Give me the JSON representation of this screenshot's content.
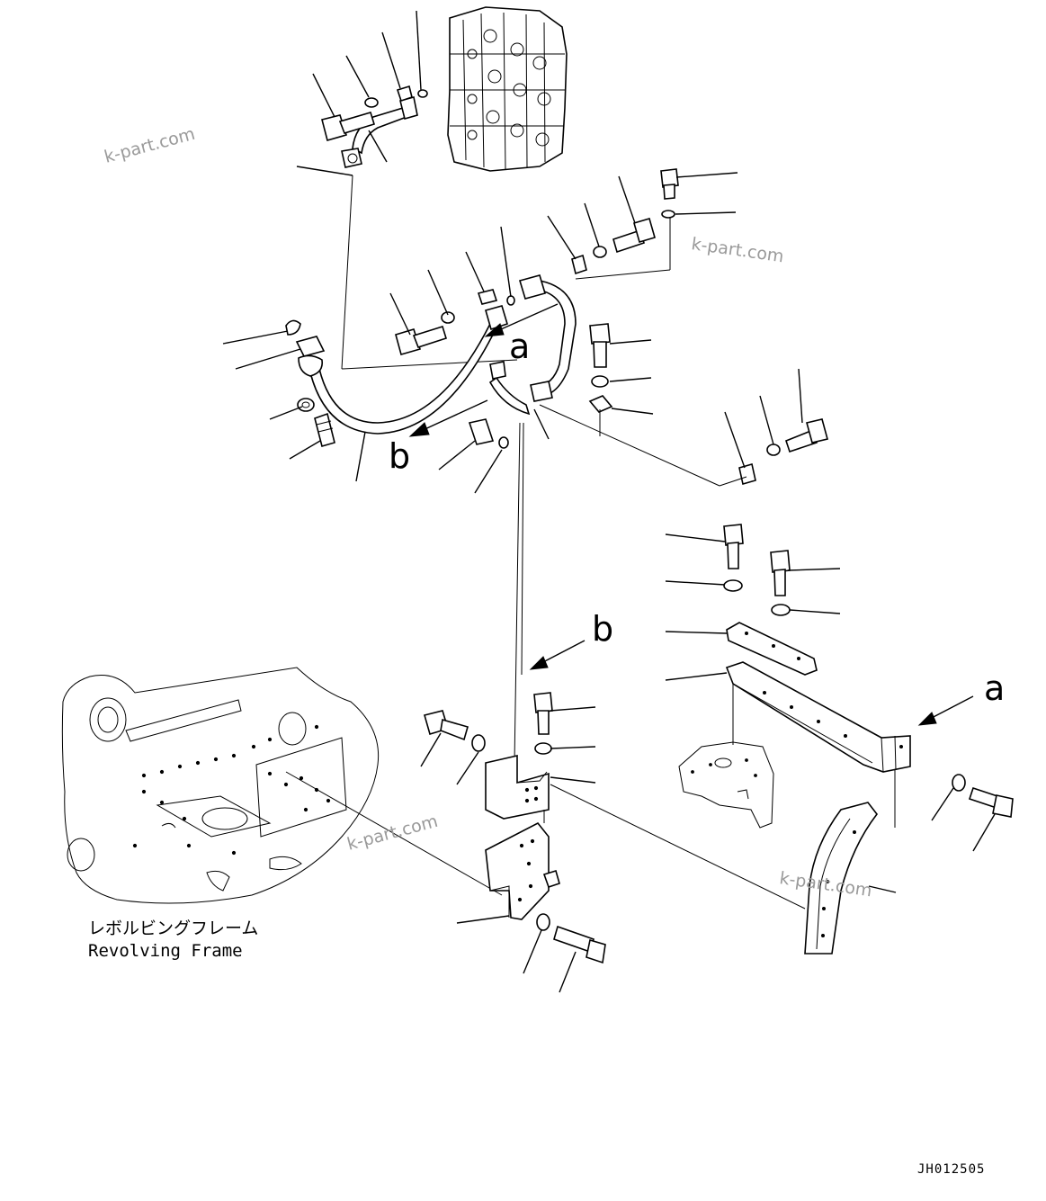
{
  "frame_label": {
    "jp": "レボルビングフレーム",
    "en": "Revolving Frame"
  },
  "view_letters": {
    "a_top": "a",
    "b_top": "b",
    "b_mid": "b",
    "a_right": "a"
  },
  "watermarks": [
    "k-part.com",
    "k-part.com",
    "k-part.com",
    "k-part.com"
  ],
  "drawing_code": "JH012505"
}
